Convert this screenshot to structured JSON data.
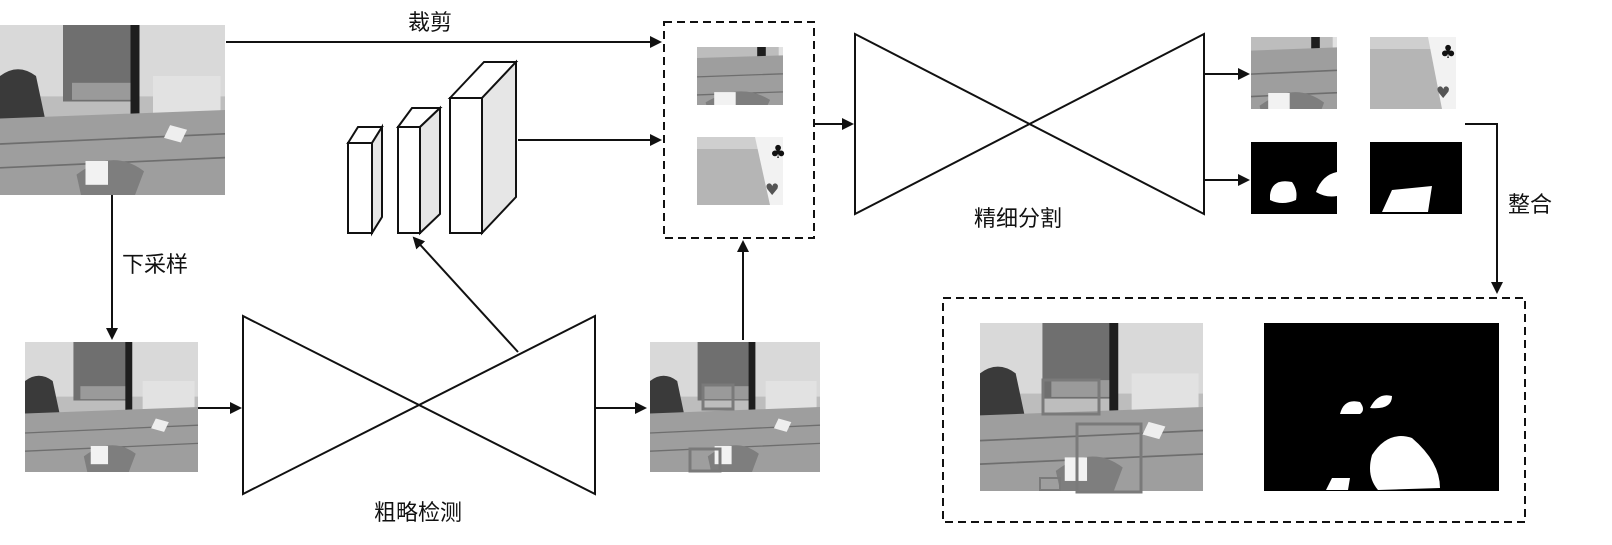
{
  "labels": {
    "crop": "裁剪",
    "downsample": "下采样",
    "coarse_detect": "粗略检测",
    "fine_segment": "精细分割",
    "merge": "整合"
  },
  "colors": {
    "stroke": "#111111",
    "photo_dark": "#3a3a3a",
    "photo_mid": "#8a8a8a",
    "photo_light": "#c8c8c8",
    "mask_bg": "#000000",
    "mask_fg": "#ffffff",
    "box_face_front": "#ffffff",
    "box_face_side": "#e6e6e6",
    "detect_box": "#7a7a7a"
  }
}
